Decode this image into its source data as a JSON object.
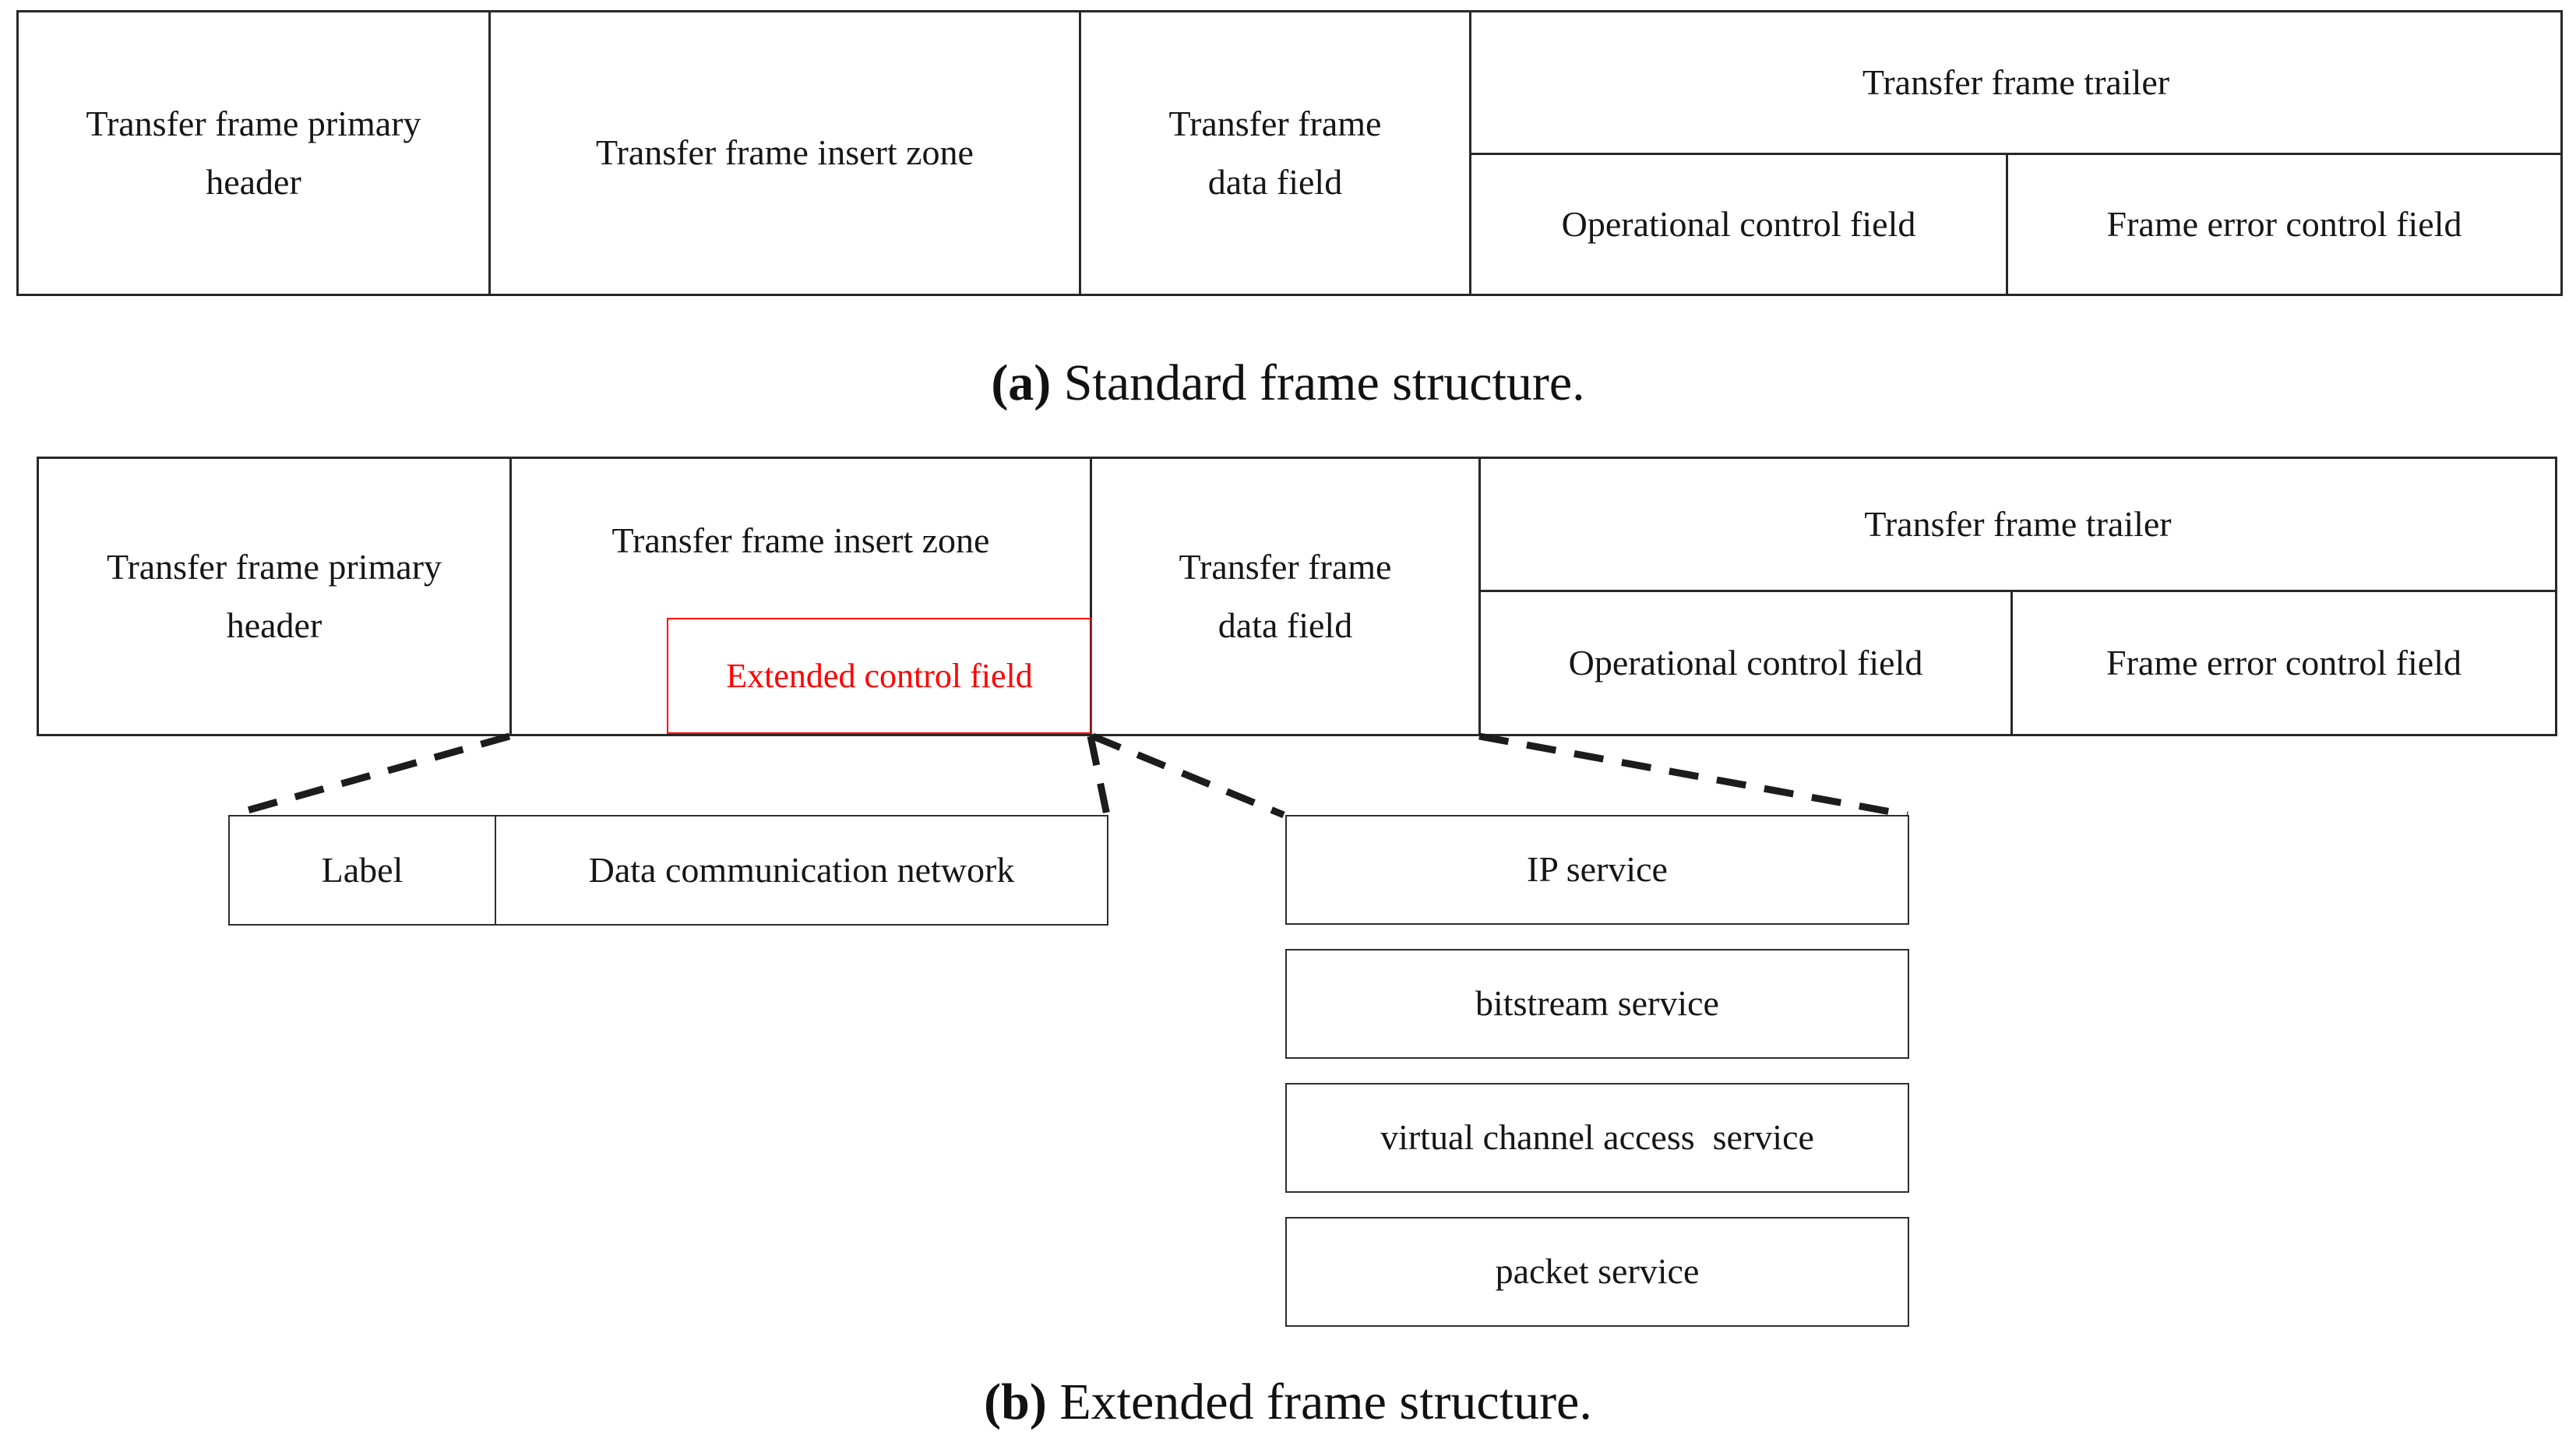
{
  "figure": {
    "background_color": "#ffffff",
    "line_color": "#282828",
    "accent_red": "#ff0000"
  },
  "standard_frame": {
    "caption_label": "(a)",
    "caption_text": " Standard frame structure.",
    "cells": {
      "primary_header": "Transfer frame primary\nheader",
      "insert_zone": "Transfer frame insert zone",
      "data_field": "Transfer frame\ndata field",
      "trailer": "Transfer frame trailer",
      "operational_control": "Operational control field",
      "frame_error_control": "Frame error control field"
    }
  },
  "extended_frame": {
    "caption_label": "(b)",
    "caption_text": " Extended frame structure.",
    "cells": {
      "primary_header": "Transfer frame primary\nheader",
      "insert_zone": "Transfer frame insert zone",
      "extended_control": "Extended control field",
      "data_field": "Transfer frame\ndata field",
      "trailer": "Transfer frame trailer",
      "operational_control": "Operational control field",
      "frame_error_control": "Frame error control field"
    },
    "insert_zone_expansion": {
      "label": "Label",
      "network": "Data communication network"
    },
    "data_field_services": [
      "IP service",
      "bitstream service",
      "virtual channel access  service",
      "packet service"
    ]
  }
}
